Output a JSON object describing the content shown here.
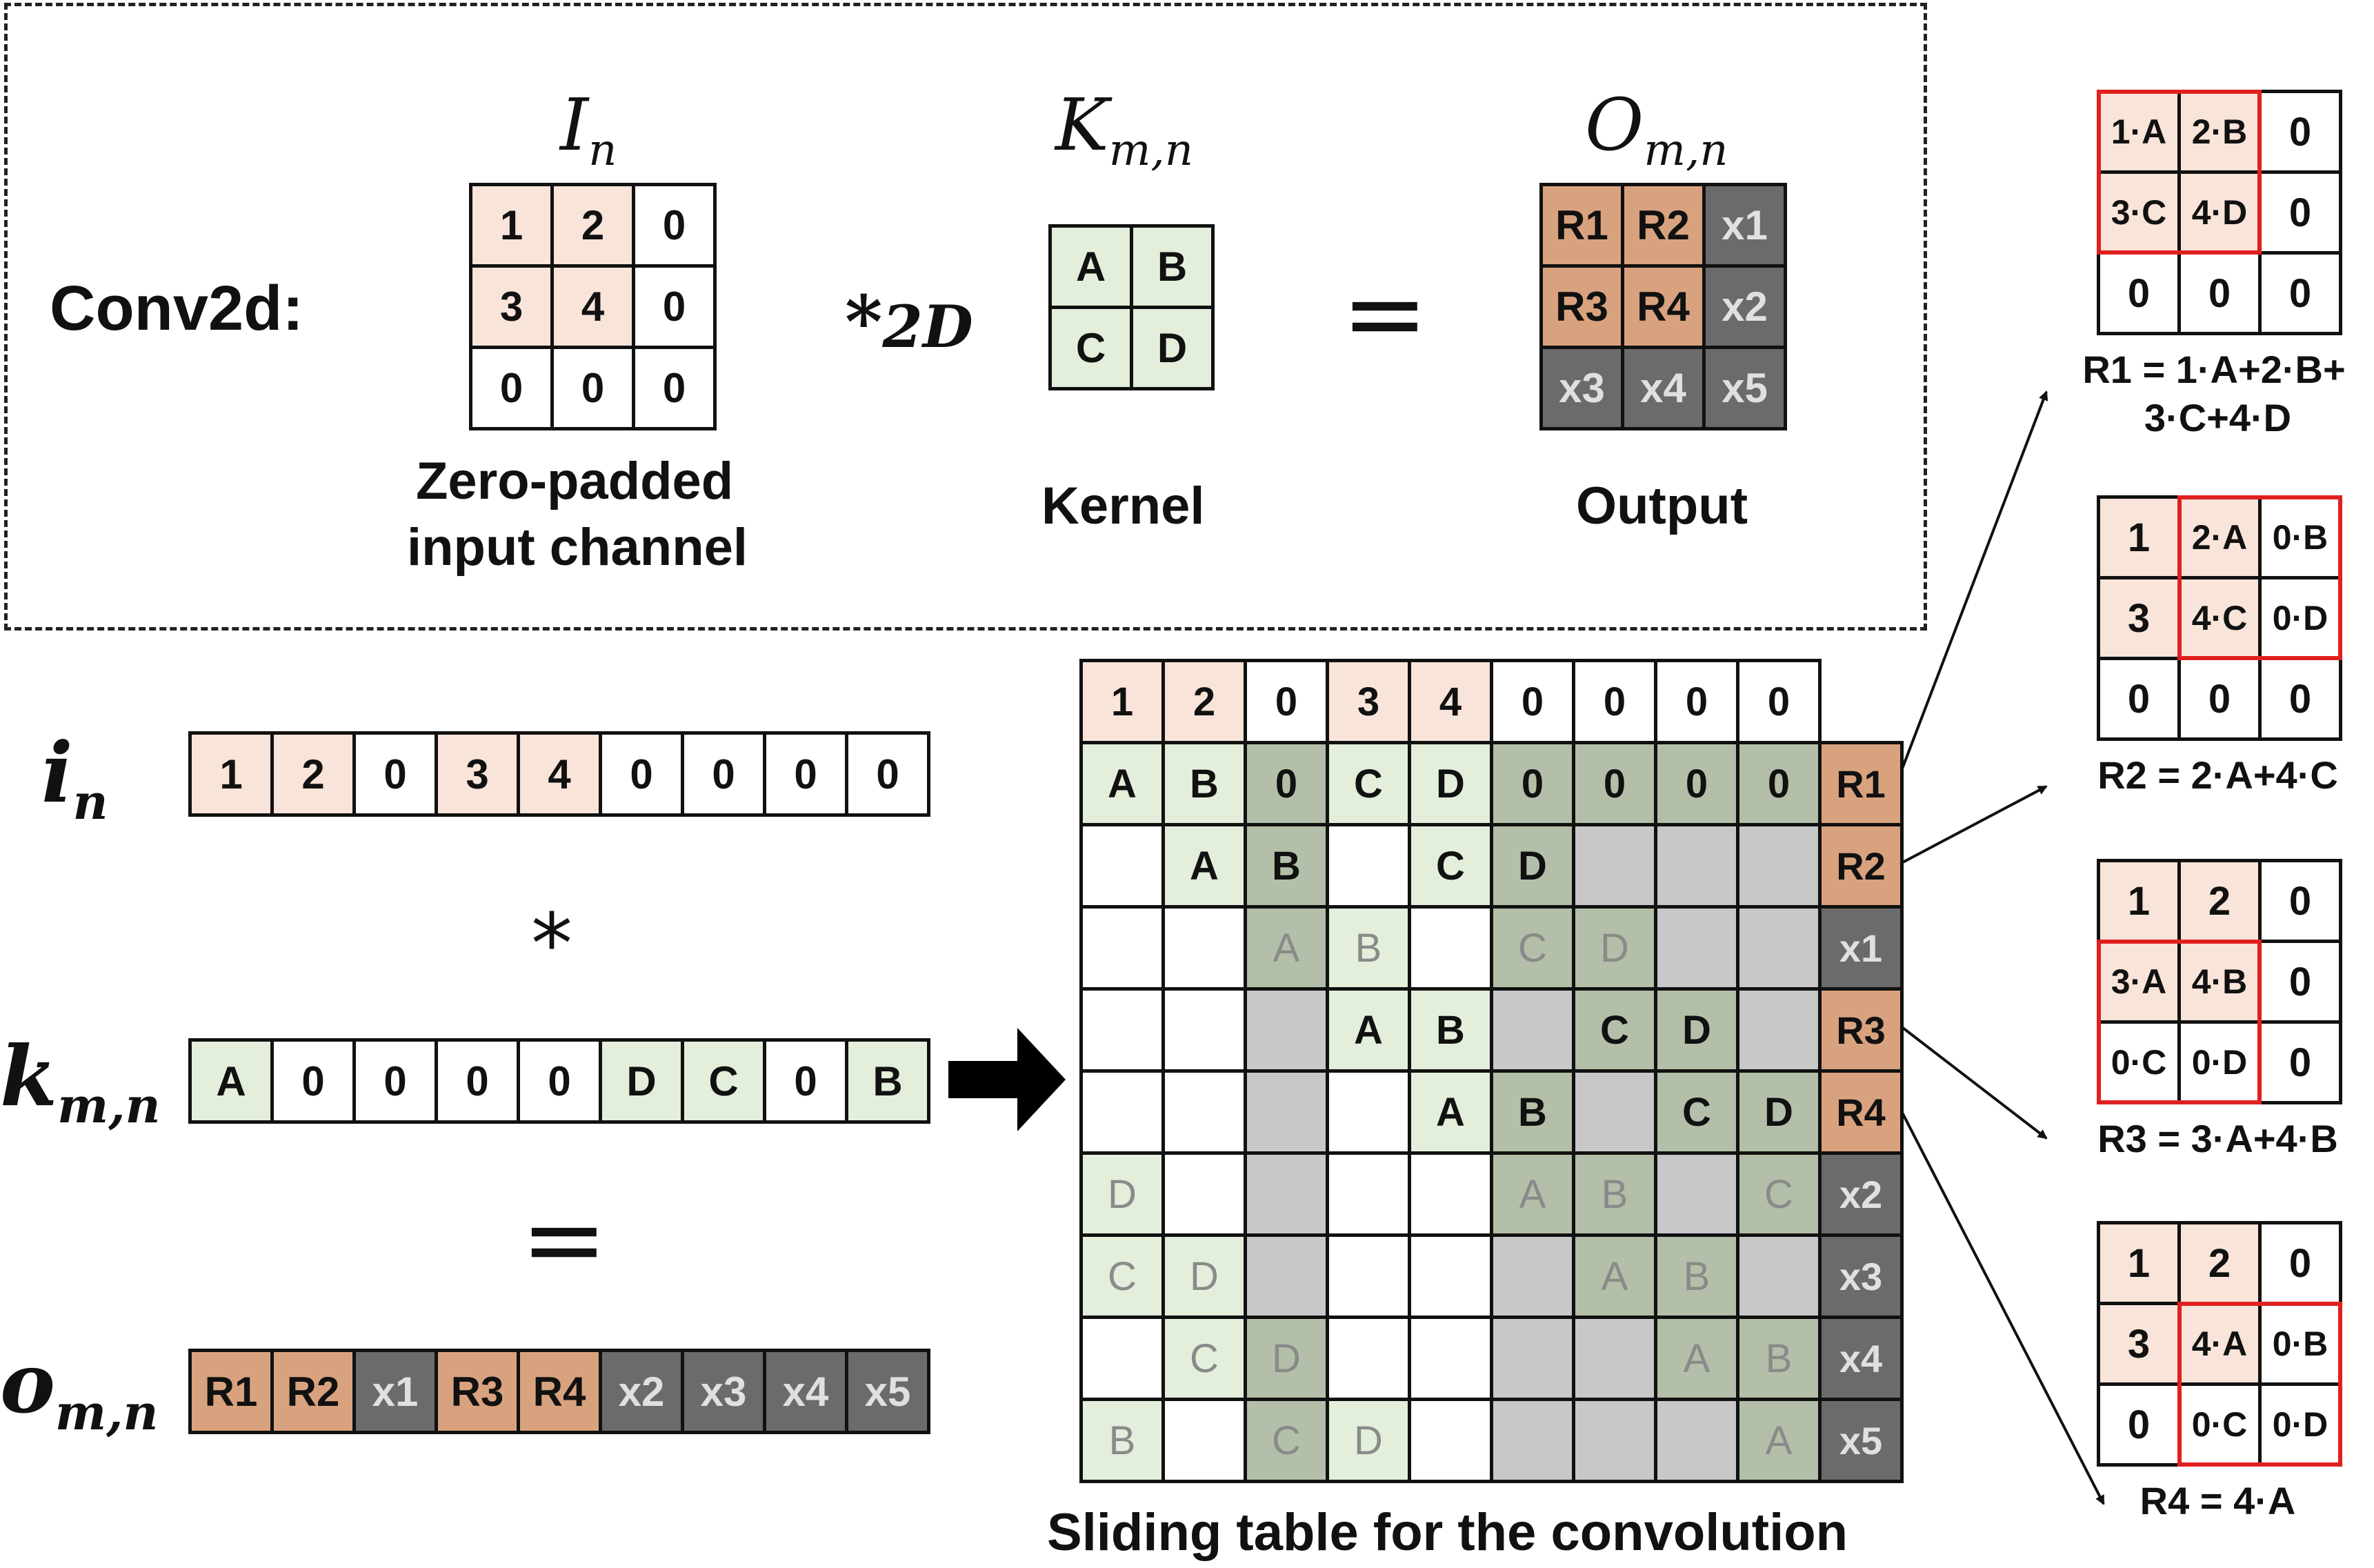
{
  "conv2d": {
    "label": "Conv2d:",
    "input_symbol": "In",
    "kernel_symbol": "Km,n",
    "output_symbol": "Om,n",
    "conv_operator": "*2D",
    "equals": "=",
    "input_caption": [
      "Zero-padded",
      "input channel"
    ],
    "kernel_caption": "Kernel",
    "output_caption": "Output",
    "input_matrix": [
      [
        "1",
        "2",
        "0"
      ],
      [
        "3",
        "4",
        "0"
      ],
      [
        "0",
        "0",
        "0"
      ]
    ],
    "kernel_matrix": [
      [
        "A",
        "B"
      ],
      [
        "C",
        "D"
      ]
    ],
    "output_matrix": [
      [
        "R1",
        "R2",
        "x1"
      ],
      [
        "R3",
        "R4",
        "x2"
      ],
      [
        "x3",
        "x4",
        "x5"
      ]
    ]
  },
  "vectors": {
    "i_label": "in",
    "k_label": "km,n",
    "o_label": "om,n",
    "conv_operator": "*",
    "equals": "=",
    "i": [
      "1",
      "2",
      "0",
      "3",
      "4",
      "0",
      "0",
      "0",
      "0"
    ],
    "k": [
      "A",
      "0",
      "0",
      "0",
      "0",
      "D",
      "C",
      "0",
      "B"
    ],
    "o": [
      "R1",
      "R2",
      "x1",
      "R3",
      "R4",
      "x2",
      "x3",
      "x4",
      "x5"
    ]
  },
  "sliding_table": {
    "caption": "Sliding table for the convolution",
    "header": [
      "1",
      "2",
      "0",
      "3",
      "4",
      "0",
      "0",
      "0",
      "0"
    ],
    "rows": [
      {
        "label": "R1",
        "cells": [
          "A",
          "B",
          "0",
          "C",
          "D",
          "0",
          "0",
          "0",
          "0"
        ]
      },
      {
        "label": "R2",
        "cells": [
          "",
          "A",
          "B",
          "",
          "C",
          "D",
          "",
          "",
          ""
        ]
      },
      {
        "label": "x1",
        "cells": [
          "",
          "",
          "A",
          "B",
          "",
          "C",
          "D",
          "",
          ""
        ]
      },
      {
        "label": "R3",
        "cells": [
          "",
          "",
          "",
          "A",
          "B",
          "",
          "C",
          "D",
          ""
        ]
      },
      {
        "label": "R4",
        "cells": [
          "",
          "",
          "",
          "",
          "A",
          "B",
          "",
          "C",
          "D"
        ]
      },
      {
        "label": "x2",
        "cells": [
          "D",
          "",
          "",
          "",
          "",
          "A",
          "B",
          "",
          "C"
        ]
      },
      {
        "label": "x3",
        "cells": [
          "C",
          "D",
          "",
          "",
          "",
          "",
          "A",
          "B",
          ""
        ]
      },
      {
        "label": "x4",
        "cells": [
          "",
          "C",
          "D",
          "",
          "",
          "",
          "",
          "A",
          "B"
        ]
      },
      {
        "label": "x5",
        "cells": [
          "B",
          "",
          "C",
          "D",
          "",
          "",
          "",
          "",
          "A"
        ]
      }
    ]
  },
  "details": [
    {
      "matrix": [
        [
          "1·A",
          "2·B",
          "0"
        ],
        [
          "3·C",
          "4·D",
          "0"
        ],
        [
          "0",
          "0",
          "0"
        ]
      ],
      "equation": [
        "R1 = 1·A+2·B+",
        "3·C+4·D"
      ]
    },
    {
      "matrix": [
        [
          "1",
          "2·A",
          "0·B"
        ],
        [
          "3",
          "4·C",
          "0·D"
        ],
        [
          "0",
          "0",
          "0"
        ]
      ],
      "equation": [
        "R2 = 2·A+4·C"
      ]
    },
    {
      "matrix": [
        [
          "1",
          "2",
          "0"
        ],
        [
          "3·A",
          "4·B",
          "0"
        ],
        [
          "0·C",
          "0·D",
          "0"
        ]
      ],
      "equation": [
        "R3 = 3·A+4·B"
      ]
    },
    {
      "matrix": [
        [
          "1",
          "2",
          "0"
        ],
        [
          "3",
          "4·A",
          "0·B"
        ],
        [
          "0",
          "0·C",
          "0·D"
        ]
      ],
      "equation": [
        "R4 = 4·A"
      ]
    }
  ],
  "colors": {
    "peach": "#f8e4d8",
    "output_orange": "#d9a27e",
    "dark_gray": "#6b6b6b",
    "light_green": "#e3eedb",
    "gray": "#c8c8c8",
    "gray_green": "#b3bfa8",
    "red": "#e02020",
    "faded_text": "#8a8a8a",
    "light_text": "#e0e0e0"
  }
}
